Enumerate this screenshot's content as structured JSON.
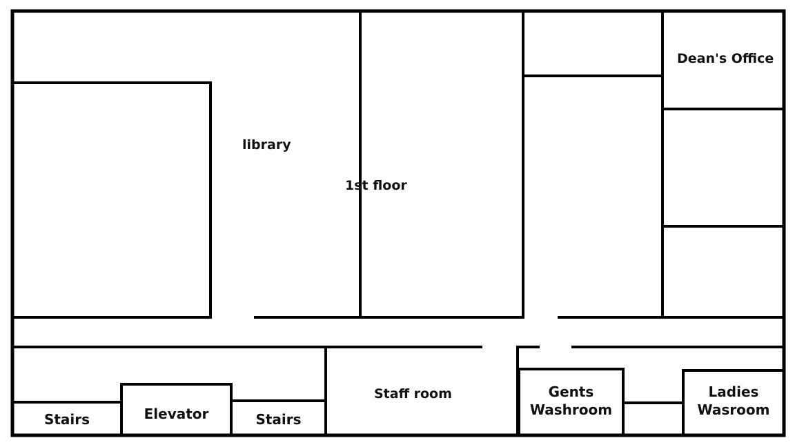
{
  "floor_plan": {
    "floor_label": "1st floor",
    "rooms": {
      "library": "library",
      "deans_office": "Dean's Office",
      "staff_room": "Staff room",
      "elevator": "Elevator",
      "stairs_left": "Stairs",
      "stairs_right": "Stairs",
      "gents_line1": "Gents",
      "gents_line2": "Washroom",
      "ladies_line1": "Ladies",
      "ladies_line2": "Wasroom"
    }
  },
  "colors": {
    "walls": "#000000",
    "background": "#ffffff"
  }
}
